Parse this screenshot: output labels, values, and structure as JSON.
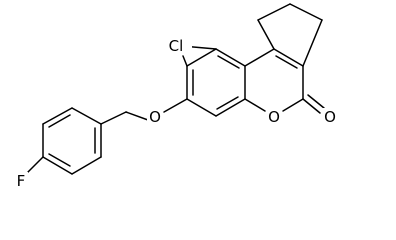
{
  "molecule": {
    "atom_labels": {
      "chlorine": "Cl",
      "ether_oxygen": "O",
      "ring_oxygen": "O",
      "carbonyl_oxygen": "O",
      "fluorine": "F"
    },
    "colors": {
      "bond": "#000000",
      "label": "#000000",
      "background": "#ffffff"
    }
  }
}
